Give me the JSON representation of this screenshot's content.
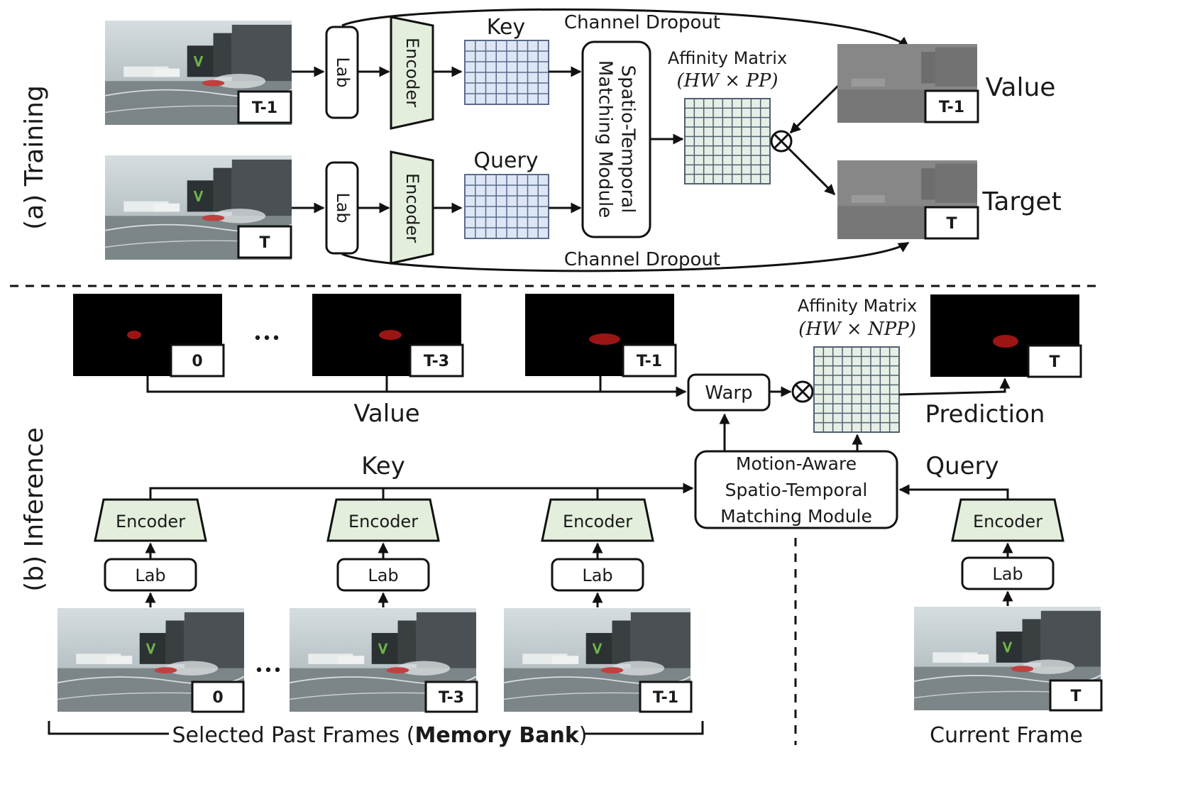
{
  "section_labels": {
    "training": "(a) Training",
    "inference": "(b) Inference"
  },
  "training": {
    "lab": "Lab",
    "encoder": "Encoder",
    "key": "Key",
    "query": "Query",
    "matching_module": [
      "Spatio-Temporal",
      "Matching Module"
    ],
    "affinity_title": "Affinity Matrix",
    "affinity_dims": "(HW × PP)",
    "channel_dropout_top": "Channel Dropout",
    "channel_dropout_bottom": "Channel Dropout",
    "value": "Value",
    "target": "Target",
    "tag_frame_top": "T-1",
    "tag_frame_bottom": "T",
    "tag_value": "T-1",
    "tag_target": "T"
  },
  "inference": {
    "masks": [
      {
        "tag": "0"
      },
      {
        "tag": "T-3"
      },
      {
        "tag": "T-1"
      }
    ],
    "ellipsis": "•••",
    "value": "Value",
    "warp": "Warp",
    "affinity_title": "Affinity Matrix",
    "affinity_dims": "(HW × NPP)",
    "prediction": "Prediction",
    "prediction_tag": "T",
    "key": "Key",
    "query": "Query",
    "motion_module": [
      "Motion-Aware",
      "Spatio-Temporal",
      "Matching Module"
    ],
    "encoder": "Encoder",
    "lab": "Lab",
    "frame_tags": [
      "0",
      "T-3",
      "T-1"
    ],
    "current_tag": "T",
    "memory_bank_prefix": "Selected Past Frames (",
    "memory_bank_bold": "Memory Bank",
    "memory_bank_suffix": ")",
    "current_frame": "Current Frame"
  },
  "colors": {
    "encoder_fill": "#e3efdc",
    "key_grid_fill": "#dde6f5",
    "key_grid_stroke": "#5a6b8a",
    "aff_grid_fill": "#e6efe6",
    "aff_grid_stroke": "#506070",
    "mask_red": "#9b1515"
  }
}
